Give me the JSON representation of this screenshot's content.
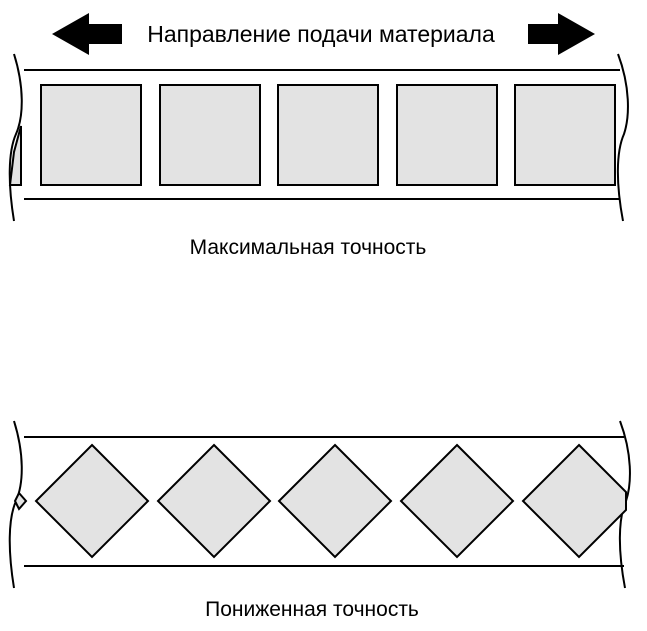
{
  "header": {
    "direction_label": "Направление подачи материала"
  },
  "diagrams": {
    "top": {
      "caption": "Максимальная точность",
      "label_shape": "square",
      "label_count": 5
    },
    "bottom": {
      "caption": "Пониженная точность",
      "label_shape": "diamond",
      "label_count": 5
    }
  },
  "colors": {
    "label_fill": "#e3e3e3",
    "stroke": "#000000",
    "background": "#ffffff"
  },
  "icons": {
    "left": "arrow-left-icon",
    "right": "arrow-right-icon"
  }
}
